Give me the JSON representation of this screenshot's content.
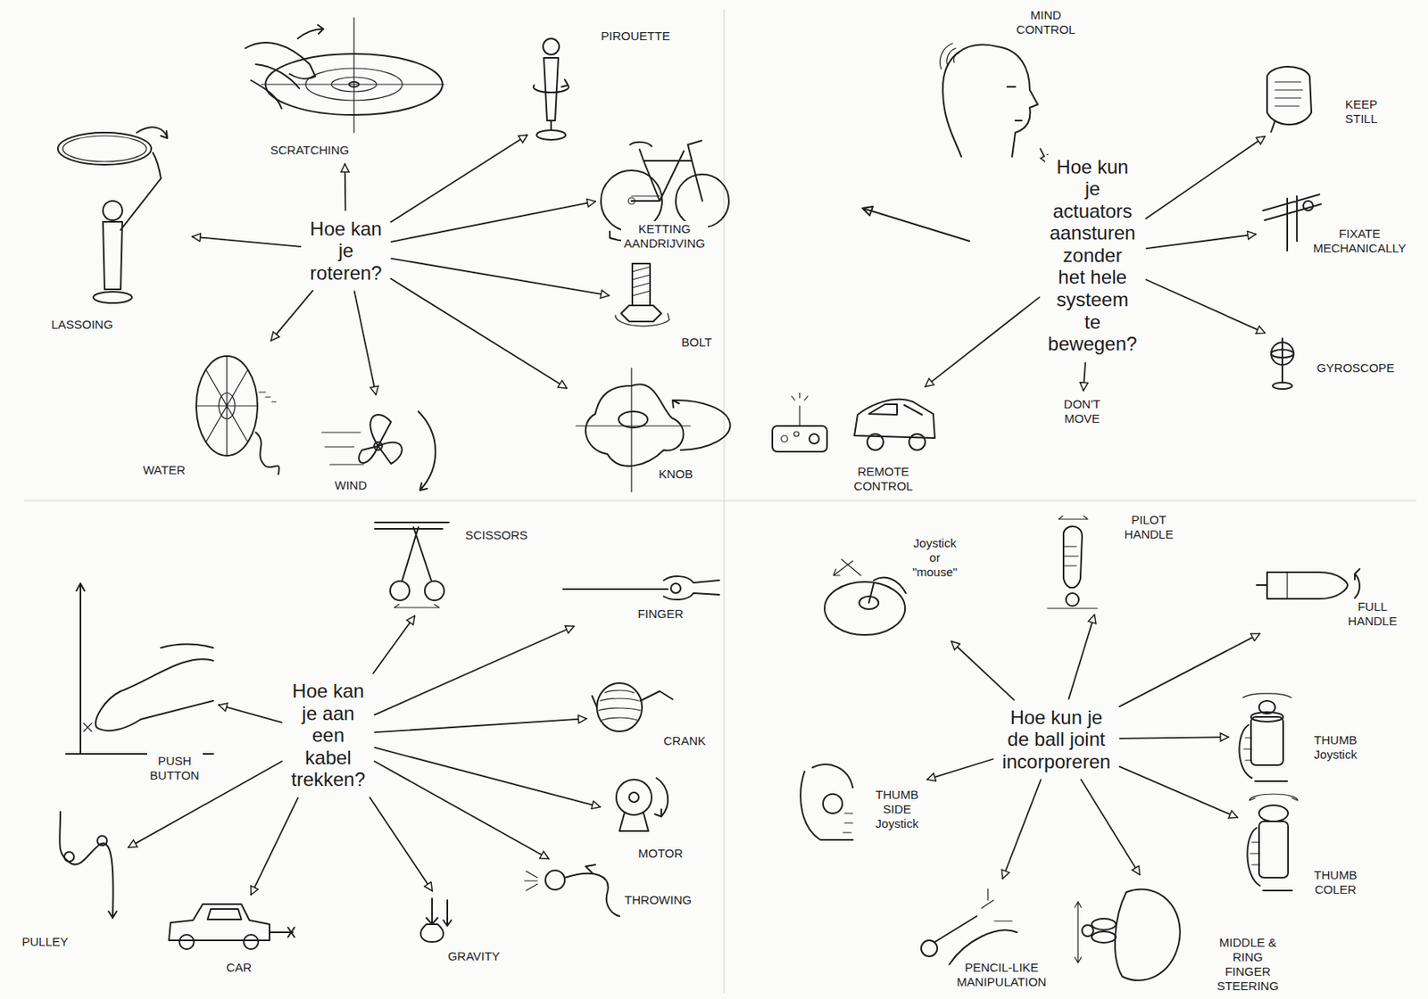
{
  "diagram": {
    "nodes": [
      {
        "text": [
          "Hoe kan je roteren?"
        ]
      },
      {
        "text": [
          "SCRATCHING"
        ]
      },
      {
        "text": [
          "PIROUETTE"
        ]
      },
      {
        "text": [
          "KETTING AANDRIJVING"
        ]
      },
      {
        "text": [
          "BOLT"
        ]
      },
      {
        "text": [
          "KNOB"
        ]
      },
      {
        "text": [
          "WIND"
        ]
      },
      {
        "text": [
          "WATER"
        ]
      },
      {
        "text": [
          "LASSOING"
        ]
      },
      {
        "text": [
          "Hoe kun je actuators aansturen zonder het hele systeem te bewegen?"
        ]
      },
      {
        "text": [
          "MIND CONTROL"
        ]
      },
      {
        "text": [
          "KEEP STILL"
        ]
      },
      {
        "text": [
          "FIXATE MECHANICALLY"
        ]
      },
      {
        "text": [
          "GYROSCOPE"
        ]
      },
      {
        "text": [
          "DON'T MOVE"
        ]
      },
      {
        "text": [
          "REMOTE CONTROL"
        ]
      },
      {
        "text": [
          "Hoe kan je aan een kabel trekken?"
        ]
      },
      {
        "text": [
          "SCISSORS"
        ]
      },
      {
        "text": [
          "FINGER"
        ]
      },
      {
        "text": [
          "CRANK"
        ]
      },
      {
        "text": [
          "MOTOR"
        ]
      },
      {
        "text": [
          "THROWING"
        ]
      },
      {
        "text": [
          "GRAVITY"
        ]
      },
      {
        "text": [
          "CAR"
        ]
      },
      {
        "text": [
          "PULLEY"
        ]
      },
      {
        "text": [
          "PUSH BUTTON"
        ]
      },
      {
        "text": [
          "Hoe kun je de ball joint incorporeren"
        ]
      },
      {
        "text": [
          "Joystick or \"mouse\""
        ]
      },
      {
        "text": [
          "PILOT HANDLE"
        ]
      },
      {
        "text": [
          "FULL HANDLE"
        ]
      },
      {
        "text": [
          "THUMB Joystick"
        ]
      },
      {
        "text": [
          "THUMB COLER"
        ]
      },
      {
        "text": [
          "MIDDLE & RING FINGER STEERING"
        ]
      },
      {
        "text": [
          "PENCIL-LIKE MANIPULATION"
        ]
      },
      {
        "text": [
          "THUMB SIDE Joystick"
        ]
      }
    ],
    "edges": [
      {
        "from": 0,
        "to": 1,
        "arrow": "to"
      },
      {
        "from": 0,
        "to": 2,
        "arrow": "to"
      },
      {
        "from": 0,
        "to": 3,
        "arrow": "to"
      },
      {
        "from": 0,
        "to": 4,
        "arrow": "to"
      },
      {
        "from": 0,
        "to": 5,
        "arrow": "to"
      },
      {
        "from": 0,
        "to": 6,
        "arrow": "to"
      },
      {
        "from": 0,
        "to": 7,
        "arrow": "to"
      },
      {
        "from": 0,
        "to": 8,
        "arrow": "to"
      },
      {
        "from": 9,
        "to": 10,
        "arrow": "to"
      },
      {
        "from": 9,
        "to": 11,
        "arrow": "to"
      },
      {
        "from": 9,
        "to": 12,
        "arrow": "to"
      },
      {
        "from": 9,
        "to": 13,
        "arrow": "to"
      },
      {
        "from": 9,
        "to": 14,
        "arrow": "to"
      },
      {
        "from": 9,
        "to": 15,
        "arrow": "to"
      },
      {
        "from": 16,
        "to": 17,
        "arrow": "to"
      },
      {
        "from": 16,
        "to": 18,
        "arrow": "to"
      },
      {
        "from": 16,
        "to": 19,
        "arrow": "to"
      },
      {
        "from": 16,
        "to": 20,
        "arrow": "to"
      },
      {
        "from": 16,
        "to": 21,
        "arrow": "to"
      },
      {
        "from": 16,
        "to": 22,
        "arrow": "to"
      },
      {
        "from": 16,
        "to": 23,
        "arrow": "to"
      },
      {
        "from": 16,
        "to": 24,
        "arrow": "to"
      },
      {
        "from": 16,
        "to": 25,
        "arrow": "to"
      },
      {
        "from": 26,
        "to": 27,
        "arrow": "to"
      },
      {
        "from": 26,
        "to": 28,
        "arrow": "to"
      },
      {
        "from": 26,
        "to": 29,
        "arrow": "to"
      },
      {
        "from": 26,
        "to": 30,
        "arrow": "to"
      },
      {
        "from": 26,
        "to": 31,
        "arrow": "to"
      },
      {
        "from": 26,
        "to": 32,
        "arrow": "to"
      },
      {
        "from": 26,
        "to": 33,
        "arrow": "to"
      },
      {
        "from": 26,
        "to": 34,
        "arrow": "to"
      }
    ]
  }
}
